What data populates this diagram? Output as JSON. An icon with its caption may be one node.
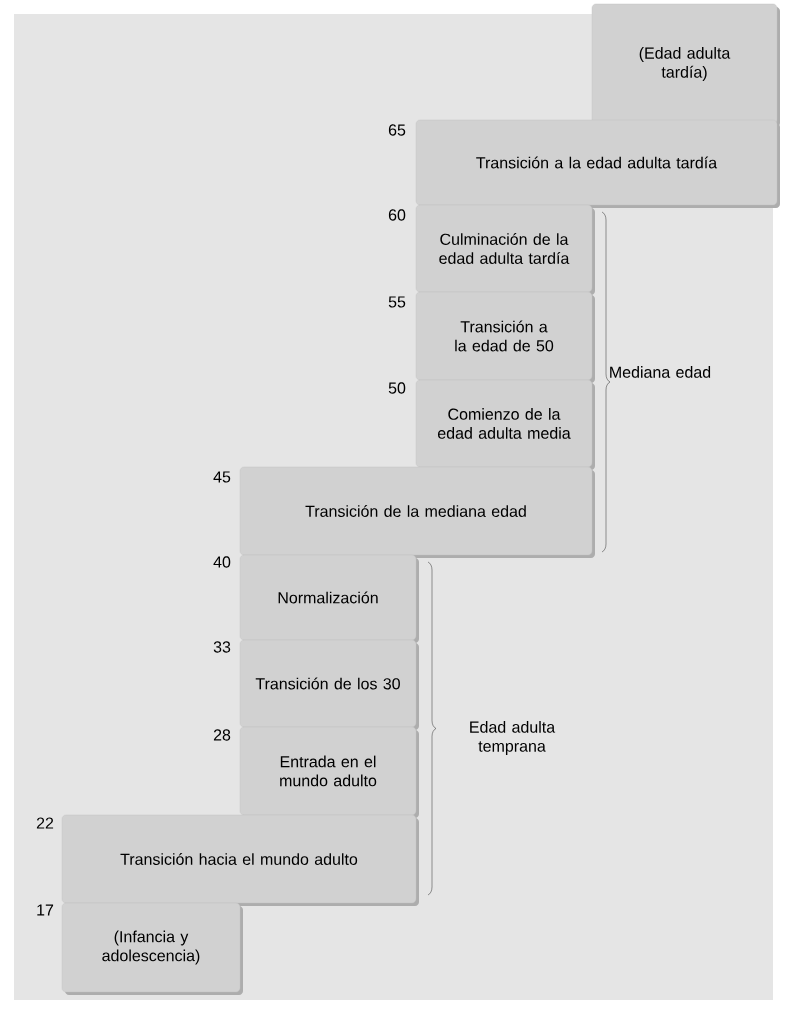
{
  "diagram": {
    "nodes": [
      {
        "text": [
          "(Edad adulta tardía)"
        ]
      },
      {
        "text": [
          "Transición a la edad adulta tardía"
        ]
      },
      {
        "text": [
          "Culminación de la edad adulta tardía"
        ]
      },
      {
        "text": [
          "Transición a la edad de 50"
        ]
      },
      {
        "text": [
          "Comienzo de la edad adulta media"
        ]
      },
      {
        "text": [
          "Transición de la mediana edad"
        ]
      },
      {
        "text": [
          "Normalización"
        ]
      },
      {
        "text": [
          "Transición de los 30"
        ]
      },
      {
        "text": [
          "Entrada en el mundo adulto"
        ]
      },
      {
        "text": [
          "Transición hacia el mundo adulto"
        ]
      },
      {
        "text": [
          "(Infancia y adolescencia)"
        ]
      }
    ],
    "labels": [
      "65",
      "60",
      "55",
      "50",
      "Mediana edad",
      "45",
      "40",
      "33",
      "28",
      "Edad adulta temprana",
      "22",
      "17"
    ]
  }
}
